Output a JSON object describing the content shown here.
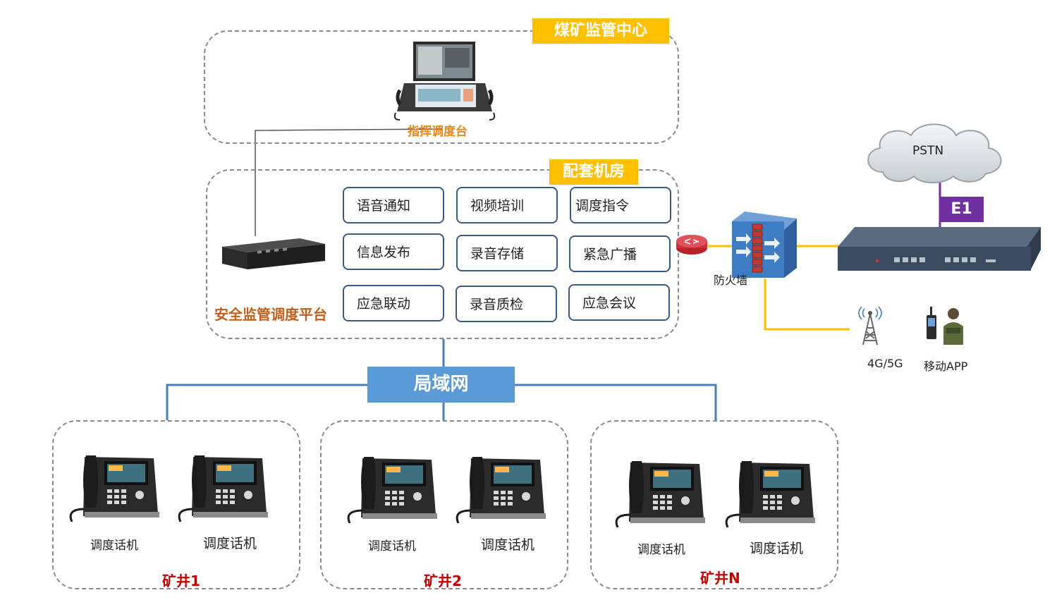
{
  "zones": {
    "supervision_center": "煤矿监管中心",
    "machine_room": "配套机房"
  },
  "devices": {
    "console": "指挥调度台",
    "platform": "安全监管调度平台",
    "firewall": "防火墙",
    "pstn": "PSTN",
    "e1": "E1",
    "lte": "4G/5G",
    "mobile_app": "移动APP",
    "lan": "局域网"
  },
  "functions": [
    "语音通知",
    "视频培训",
    "调度指令",
    "信息发布",
    "录音存储",
    "紧急广播",
    "应急联动",
    "录音质检",
    "应急会议"
  ],
  "mines": [
    {
      "name": "矿井1",
      "phones": [
        "调度话机",
        "调度话机"
      ]
    },
    {
      "name": "矿井2",
      "phones": [
        "调度话机",
        "调度话机"
      ]
    },
    {
      "name": "矿井N",
      "phones": [
        "调度话机",
        "调度话机"
      ]
    }
  ],
  "colors": {
    "zone_tag": "#ffc000",
    "lan": "#5b9bd5",
    "e1": "#7030a0",
    "link_yellow": "#ffc000",
    "link_blue": "#4a7ebb",
    "mine_label": "#c00000"
  },
  "icons": {
    "console": "dispatch-console-icon",
    "platform": "rack-server-icon",
    "router": "router-icon",
    "firewall": "firewall-icon",
    "gateway": "gateway-icon",
    "cloud": "cloud-icon",
    "tower": "cell-tower-icon",
    "mobile": "mobile-user-icon",
    "phone": "desk-phone-icon"
  }
}
